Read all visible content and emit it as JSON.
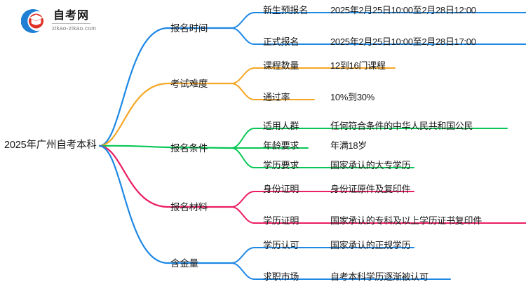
{
  "logo": {
    "name": "自考网",
    "domain": "zikao-zikao.com",
    "mark": "graduation-cap-in-circle"
  },
  "mindmap": {
    "root": "2025年广州自考本科",
    "colors": {
      "blue": "#1e88e5",
      "orange": "#f5a623",
      "green": "#06c755",
      "pink": "#ea1e63"
    },
    "branches": [
      {
        "label": "报名时间",
        "color": "#1e88e5",
        "children": [
          {
            "key": "新生预报名",
            "value": "2025年2月25日10:00至2月28日12:00"
          },
          {
            "key": "正式报名",
            "value": "2025年2月25日10:00至2月28日17:00"
          }
        ]
      },
      {
        "label": "考试难度",
        "color": "#f5a623",
        "children": [
          {
            "key": "课程数量",
            "value": "12到16门课程"
          },
          {
            "key": "通过率",
            "value": "10%到30%"
          }
        ]
      },
      {
        "label": "报名条件",
        "color": "#06c755",
        "children": [
          {
            "key": "适用人群",
            "value": "任何符合条件的中华人民共和国公民"
          },
          {
            "key": "年龄要求",
            "value": "年满18岁"
          },
          {
            "key": "学历要求",
            "value": "国家承认的大专学历"
          }
        ]
      },
      {
        "label": "报名材料",
        "color": "#ea1e63",
        "children": [
          {
            "key": "身份证明",
            "value": "身份证原件及复印件"
          },
          {
            "key": "学历证明",
            "value": "国家承认的专科及以上学历证书复印件"
          }
        ]
      },
      {
        "label": "含金量",
        "color": "#1e88e5",
        "children": [
          {
            "key": "学历认可",
            "value": "国家承认的正规学历"
          },
          {
            "key": "求职市场",
            "value": "自考本科学历逐渐被认可"
          }
        ]
      }
    ]
  }
}
